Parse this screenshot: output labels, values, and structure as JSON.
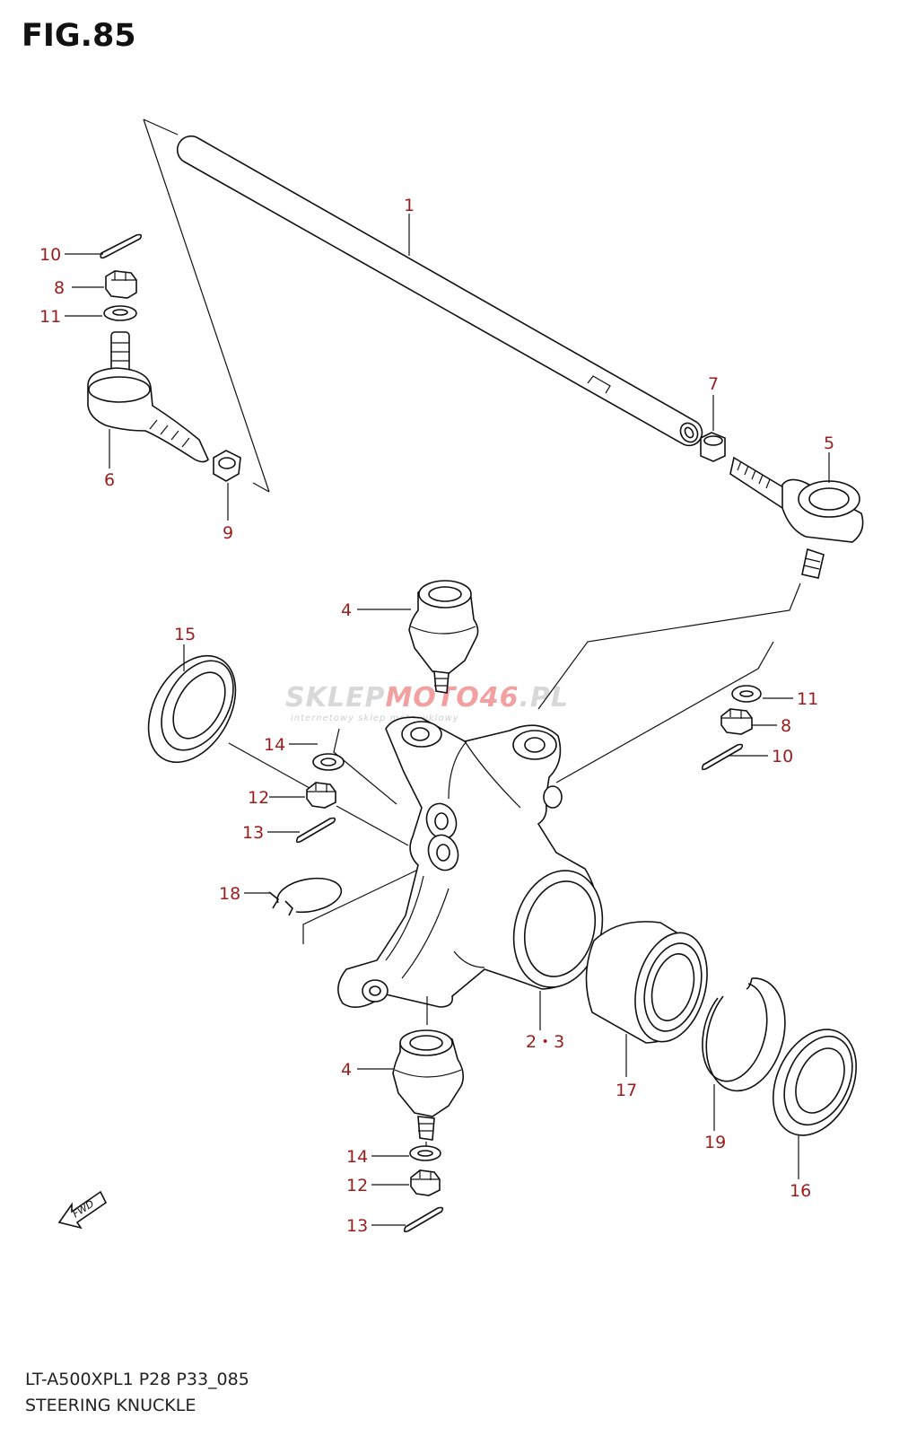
{
  "figure_title": "FIG.85",
  "model_code": "LT-A500XPL1 P28 P33_085",
  "diagram_title": "STEERING KNUCKLE",
  "watermark": {
    "brand_part1": "SKLEP",
    "brand_part2": "MOTO46",
    "brand_part3": ".PL",
    "tagline": "internetowy sklep motocyklowy"
  },
  "fwd_label": "FWD",
  "callouts": {
    "c1": "1",
    "c4_top": "4",
    "c5": "5",
    "c6": "6",
    "c7": "7",
    "c8_left": "8",
    "c8_right": "8",
    "c9": "9",
    "c10_left": "10",
    "c10_right": "10",
    "c11_left": "11",
    "c11_right": "11",
    "c12_upper": "12",
    "c12_lower": "12",
    "c13_upper": "13",
    "c13_lower": "13",
    "c14_upper": "14",
    "c14_lower": "14",
    "c15": "15",
    "c16": "16",
    "c17": "17",
    "c18": "18",
    "c19": "19",
    "c23": "2・3",
    "c4_bottom": "4"
  },
  "colors": {
    "callout": "#9b1c1c",
    "line": "#111111",
    "watermark_accent": "#f2a0a0"
  }
}
